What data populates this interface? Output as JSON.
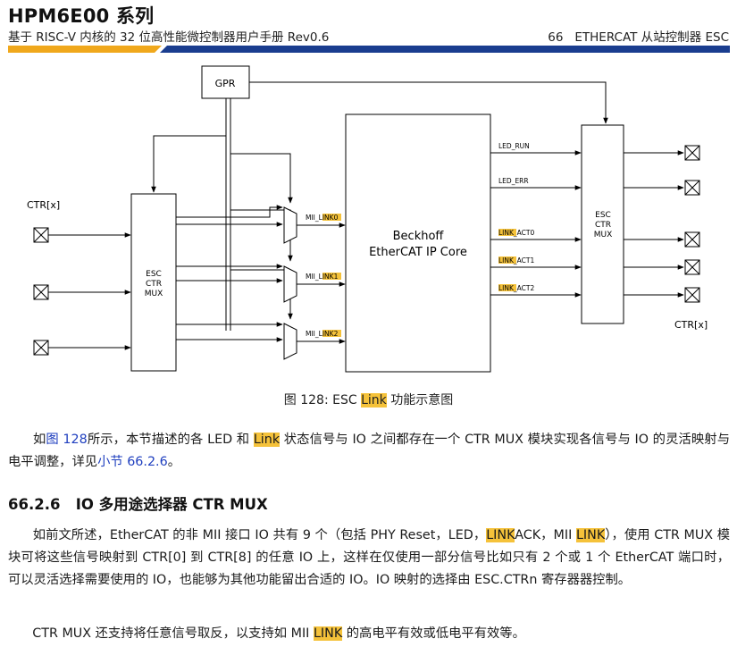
{
  "header": {
    "title": "HPM6E00 系列",
    "subtitle": "基于 RISC-V 内核的 32 位高性能微控制器用户手册 Rev0.6",
    "page_number": "66",
    "chapter": "ETHERCAT 从站控制器 ESC",
    "colors": {
      "accent_orange": "#f0a81c",
      "accent_blue": "#1a3d8f"
    }
  },
  "diagram": {
    "gpr_label": "GPR",
    "ctr_in_label": "CTR[x]",
    "ctr_out_label": "CTR[x]",
    "left_mux": {
      "line1": "ESC",
      "line2": "CTR",
      "line3": "MUX"
    },
    "right_mux": {
      "line1": "ESC",
      "line2": "CTR",
      "line3": "MUX"
    },
    "core": {
      "line1": "Beckhoff",
      "line2": "EtherCAT IP Core"
    },
    "mii": [
      {
        "prefix": "MII_",
        "hl": "LINK",
        "suffix": "0"
      },
      {
        "prefix": "MII_",
        "hl": "LINK",
        "suffix": "1"
      },
      {
        "prefix": "MII_",
        "hl": "LINK",
        "suffix": "2"
      }
    ],
    "led_run": "LED_RUN",
    "led_err": "LED_ERR",
    "link_act": [
      {
        "hl": "LINK",
        "suffix": "_ACT0"
      },
      {
        "hl": "LINK",
        "suffix": "_ACT1"
      },
      {
        "hl": "LINK",
        "suffix": "_ACT2"
      }
    ]
  },
  "caption": {
    "prefix": "图 128: ESC ",
    "hl": "Link",
    "suffix": " 功能示意图"
  },
  "para1": {
    "p1": "如",
    "ref1": "图 128",
    "p2": "所示，本节描述的各 LED 和 ",
    "hl": "Link",
    "p3": " 状态信号与 IO 之间都存在一个 CTR MUX 模块实现各信号与 IO 的灵活映射与电平调整，详见",
    "ref2": "小节 66.2.6",
    "p4": "。"
  },
  "section": {
    "number": "66.2.6",
    "title": "IO 多用途选择器 CTR MUX"
  },
  "para2": {
    "p1": "如前文所述，EtherCAT 的非 MII 接口 IO 共有 9 个（包括 PHY Reset，LED，",
    "hl1": "LINK",
    "p2": "ACK，MII ",
    "hl2": "LINK",
    "p3": "），使用 CTR MUX 模块可将这些信号映射到 CTR[0] 到 CTR[8] 的任意 IO 上，这样在仅使用一部分信号比如只有 2 个或 1 个 EtherCAT 端口时，可以灵活选择需要使用的 IO，也能够为其他功能留出合适的 IO。IO 映射的选择由 ESC.CTRn 寄存器器控制。"
  },
  "para3": {
    "p1": "CTR MUX 还支持将任意信号取反，以支持如 MII ",
    "hl": "LINK",
    "p2": " 的高电平有效或低电平有效等。"
  }
}
